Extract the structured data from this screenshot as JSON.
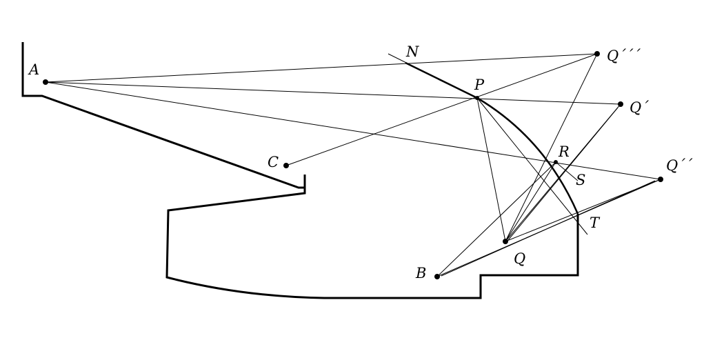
{
  "labels": {
    "A": "A",
    "B": "B",
    "C": "C",
    "N": "N",
    "P": "P",
    "Q": "Q",
    "Q1": "Q´",
    "Q2": "Q´´",
    "Q3": "Q´´´",
    "R": "R",
    "S": "S",
    "T": "T"
  }
}
